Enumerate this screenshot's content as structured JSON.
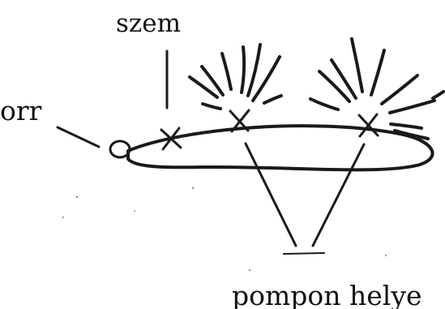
{
  "labels": {
    "eye": "szem",
    "nose": "orr",
    "pompon": "pompon helye"
  },
  "colors": {
    "ink": "#1a1a1a",
    "background": "#ffffff"
  }
}
